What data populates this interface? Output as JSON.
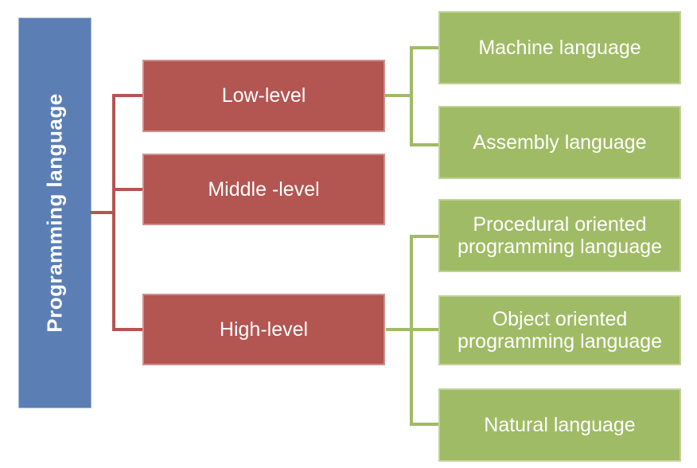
{
  "diagram": {
    "title": "Programming language classification diagram",
    "root": {
      "label": "Programming language"
    },
    "branches": [
      {
        "label": "Low-level"
      },
      {
        "label": "Middle -level"
      },
      {
        "label": "High-level"
      }
    ],
    "leaves": [
      {
        "label": "Machine language",
        "parent": "Low-level"
      },
      {
        "label": "Assembly language",
        "parent": "Low-level"
      },
      {
        "label": "Procedural oriented programming language",
        "parent": "High-level"
      },
      {
        "label": "Object oriented programming language",
        "parent": "High-level"
      },
      {
        "label": "Natural language",
        "parent": "High-level"
      }
    ],
    "colors": {
      "background": "#ffffff",
      "root_fill": "#5b7fb5",
      "branch_fill": "#b35551",
      "branch_line": "#b35551",
      "leaf_fill": "#a0bb65",
      "leaf_line": "#a0bb65",
      "text": "#ffffff"
    }
  }
}
